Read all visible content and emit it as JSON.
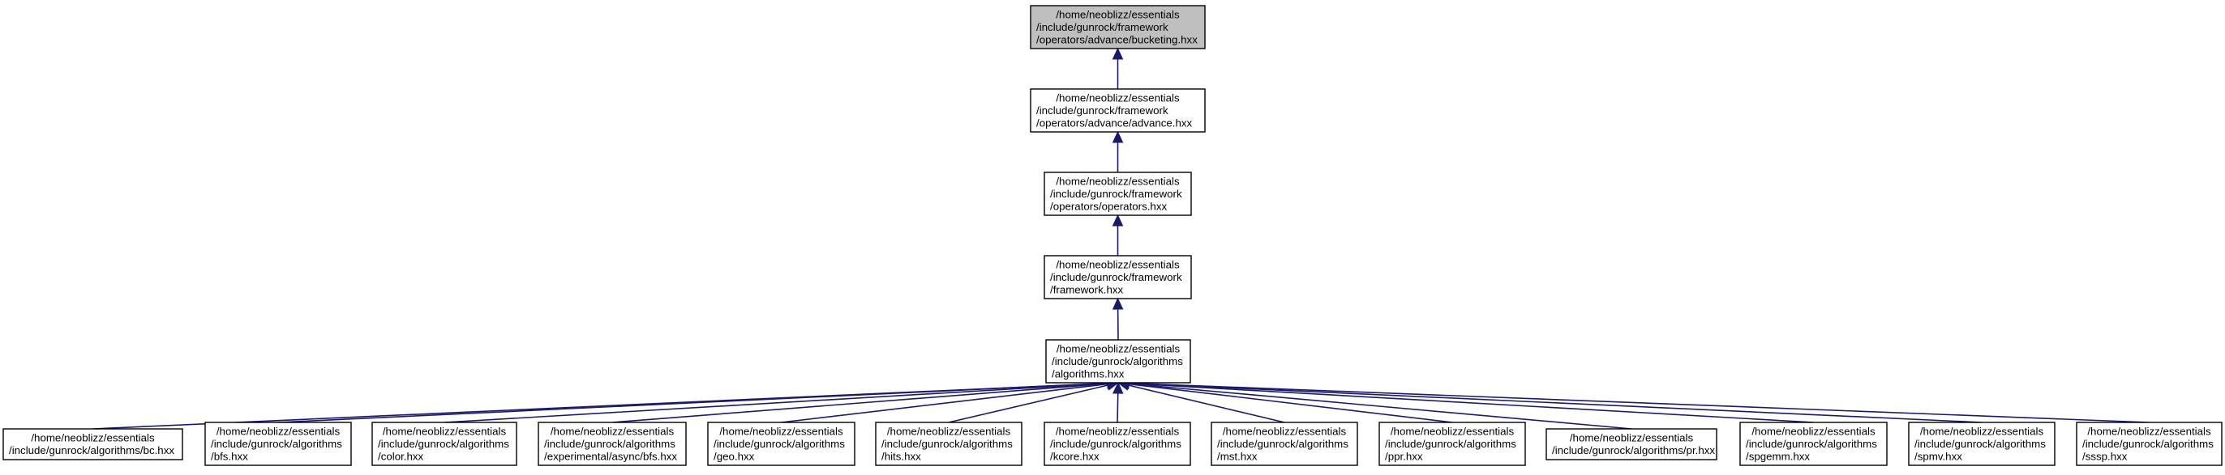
{
  "graph": {
    "nodes": [
      {
        "id": "bucketing",
        "lines": [
          "/home/neoblizz/essentials",
          "/include/gunrock/framework",
          "/operators/advance/bucketing.hxx"
        ],
        "highlighted": true
      },
      {
        "id": "advance",
        "lines": [
          "/home/neoblizz/essentials",
          "/include/gunrock/framework",
          "/operators/advance/advance.hxx"
        ]
      },
      {
        "id": "operators",
        "lines": [
          "/home/neoblizz/essentials",
          "/include/gunrock/framework",
          "/operators/operators.hxx"
        ]
      },
      {
        "id": "framework",
        "lines": [
          "/home/neoblizz/essentials",
          "/include/gunrock/framework",
          "/framework.hxx"
        ]
      },
      {
        "id": "algorithms",
        "lines": [
          "/home/neoblizz/essentials",
          "/include/gunrock/algorithms",
          "/algorithms.hxx"
        ]
      },
      {
        "id": "bc",
        "lines": [
          "/home/neoblizz/essentials",
          "/include/gunrock/algorithms/bc.hxx"
        ]
      },
      {
        "id": "bfs",
        "lines": [
          "/home/neoblizz/essentials",
          "/include/gunrock/algorithms",
          "/bfs.hxx"
        ]
      },
      {
        "id": "color",
        "lines": [
          "/home/neoblizz/essentials",
          "/include/gunrock/algorithms",
          "/color.hxx"
        ]
      },
      {
        "id": "async-bfs",
        "lines": [
          "/home/neoblizz/essentials",
          "/include/gunrock/algorithms",
          "/experimental/async/bfs.hxx"
        ]
      },
      {
        "id": "geo",
        "lines": [
          "/home/neoblizz/essentials",
          "/include/gunrock/algorithms",
          "/geo.hxx"
        ]
      },
      {
        "id": "hits",
        "lines": [
          "/home/neoblizz/essentials",
          "/include/gunrock/algorithms",
          "/hits.hxx"
        ]
      },
      {
        "id": "kcore",
        "lines": [
          "/home/neoblizz/essentials",
          "/include/gunrock/algorithms",
          "/kcore.hxx"
        ]
      },
      {
        "id": "mst",
        "lines": [
          "/home/neoblizz/essentials",
          "/include/gunrock/algorithms",
          "/mst.hxx"
        ]
      },
      {
        "id": "ppr",
        "lines": [
          "/home/neoblizz/essentials",
          "/include/gunrock/algorithms",
          "/ppr.hxx"
        ]
      },
      {
        "id": "pr",
        "lines": [
          "/home/neoblizz/essentials",
          "/include/gunrock/algorithms/pr.hxx"
        ]
      },
      {
        "id": "spgemm",
        "lines": [
          "/home/neoblizz/essentials",
          "/include/gunrock/algorithms",
          "/spgemm.hxx"
        ]
      },
      {
        "id": "spmv",
        "lines": [
          "/home/neoblizz/essentials",
          "/include/gunrock/algorithms",
          "/spmv.hxx"
        ]
      },
      {
        "id": "sssp",
        "lines": [
          "/home/neoblizz/essentials",
          "/include/gunrock/algorithms",
          "/sssp.hxx"
        ]
      }
    ],
    "edges": [
      {
        "from": "advance",
        "to": "bucketing"
      },
      {
        "from": "operators",
        "to": "advance"
      },
      {
        "from": "framework",
        "to": "operators"
      },
      {
        "from": "algorithms",
        "to": "framework"
      },
      {
        "from": "bc",
        "to": "algorithms"
      },
      {
        "from": "bfs",
        "to": "algorithms"
      },
      {
        "from": "color",
        "to": "algorithms"
      },
      {
        "from": "async-bfs",
        "to": "algorithms"
      },
      {
        "from": "geo",
        "to": "algorithms"
      },
      {
        "from": "hits",
        "to": "algorithms"
      },
      {
        "from": "kcore",
        "to": "algorithms"
      },
      {
        "from": "mst",
        "to": "algorithms"
      },
      {
        "from": "ppr",
        "to": "algorithms"
      },
      {
        "from": "pr",
        "to": "algorithms"
      },
      {
        "from": "spgemm",
        "to": "algorithms"
      },
      {
        "from": "spmv",
        "to": "algorithms"
      },
      {
        "from": "sssp",
        "to": "algorithms"
      }
    ]
  },
  "colors": {
    "highlight_fill": "#bfbfbf",
    "node_fill": "#ffffff",
    "edge": "#191970"
  }
}
